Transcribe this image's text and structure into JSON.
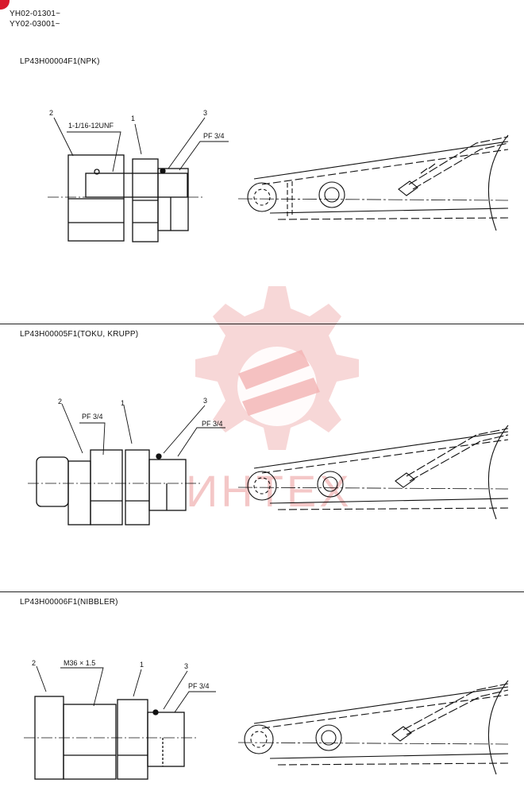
{
  "header": {
    "serial_1": "YH02-01301~",
    "serial_2": "YY02-03001~"
  },
  "sections": [
    {
      "title": "LP43H00004F1(NPK)",
      "callouts": {
        "part_1": "1",
        "part_2": "2",
        "part_3": "3"
      },
      "thread_label": "1-1/16-12UNF",
      "port_label": "PF 3/4"
    },
    {
      "title": "LP43H00005F1(TOKU, KRUPP)",
      "callouts": {
        "part_1": "1",
        "part_2": "2",
        "part_3": "3"
      },
      "thread_label": "PF 3/4",
      "port_label": "PF 3/4"
    },
    {
      "title": "LP43H00006F1(NIBBLER)",
      "callouts": {
        "part_1": "1",
        "part_2": "2",
        "part_3": "3"
      },
      "thread_label": "M36 × 1.5",
      "port_label": "PF 3/4"
    }
  ],
  "watermark": {
    "text": "ИНТЕХ",
    "color": "#f4c7c7"
  },
  "colors": {
    "corner_mark": "#d8192c",
    "line": "#111111"
  }
}
